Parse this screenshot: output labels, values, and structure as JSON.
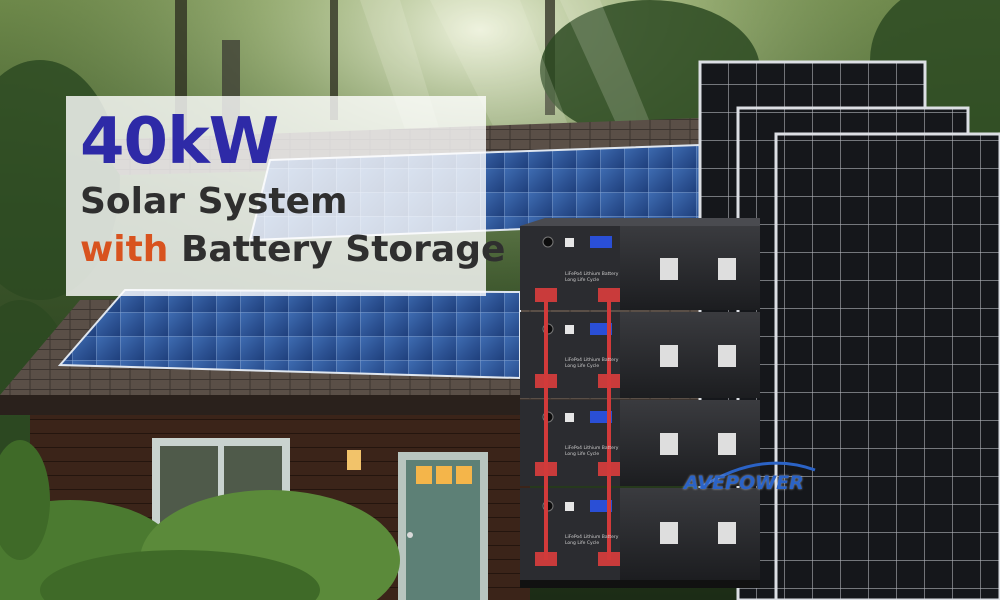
{
  "headline": "40kW",
  "subtitle_line1": "Solar System",
  "subtitle_line2_accent": "with",
  "subtitle_line2_rest": " Battery Storage",
  "battery_label_line1": "LiFePo4 Lithium Battery",
  "battery_label_line2": "Long Life Cycle",
  "brand_logo": "AVEPOWER",
  "colors": {
    "headline": "#2e2aa7",
    "accent": "#d8531f",
    "subtitle": "#2f2f2f",
    "brand": "#2b63c6"
  },
  "battery_modules": 4
}
